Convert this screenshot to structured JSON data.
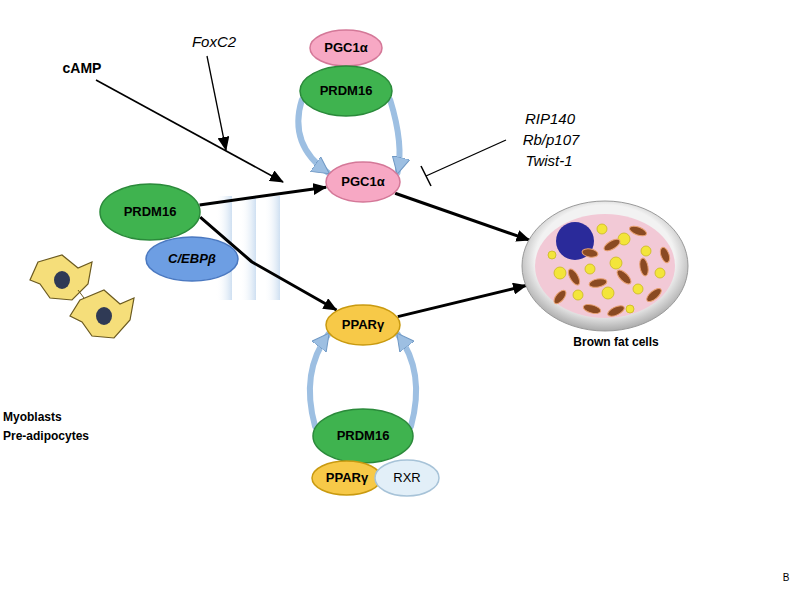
{
  "diagram": {
    "nodes": [
      {
        "text": [
          "PGC1α"
        ]
      },
      {
        "text": [
          "PRDM16"
        ]
      },
      {
        "text": [
          "PRDM16"
        ]
      },
      {
        "text": [
          "C/EBPβ"
        ]
      },
      {
        "text": [
          "PGC1α"
        ]
      },
      {
        "text": [
          "PPARγ"
        ]
      },
      {
        "text": [
          "PRDM16"
        ]
      },
      {
        "text": [
          "PPARγ"
        ]
      },
      {
        "text": [
          "RXR"
        ]
      },
      {
        "text": [
          "Brown fat cells"
        ]
      }
    ],
    "edges": [
      {
        "from": 2,
        "to": 4,
        "arrow": "to"
      },
      {
        "from": 2,
        "to": 5,
        "arrow": "to"
      },
      {
        "from": 4,
        "to": 9,
        "arrow": "to"
      },
      {
        "from": 5,
        "to": 9,
        "arrow": "to"
      },
      {
        "from": 1,
        "to": 4,
        "arrow": "to"
      },
      {
        "from": 1,
        "to": 4,
        "arrow": "to"
      },
      {
        "from": 6,
        "to": 5,
        "arrow": "to"
      },
      {
        "from": 6,
        "to": 5,
        "arrow": "to"
      }
    ],
    "labels": [
      "cAMP",
      "FoxC2",
      "RIP140",
      "Rb/p107",
      "Twist-1",
      "Myoblasts",
      "Pre-adipocytes",
      "B"
    ]
  }
}
